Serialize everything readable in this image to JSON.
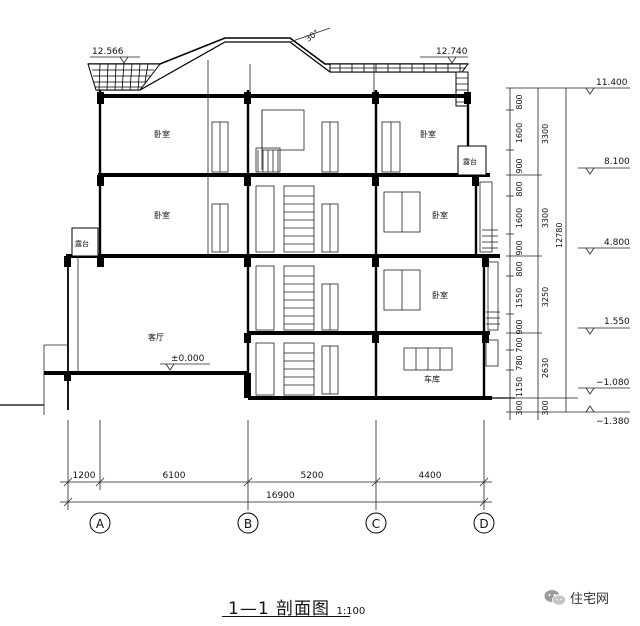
{
  "title": {
    "main": "1—1 剖面图",
    "scale": "1:100"
  },
  "watermark": {
    "text": "住宅网",
    "icon": "wechat-icon"
  },
  "levels": {
    "roof_left": "12.566",
    "roof_right": "12.740",
    "l4": "11.400",
    "l3": "8.100",
    "l2": "4.800",
    "l1": "1.550",
    "b1": "−1.080",
    "b2": "−1.380",
    "ground": "±0.000"
  },
  "vertical_dims": [
    "800",
    "1600",
    "900",
    "800",
    "1600",
    "900",
    "800",
    "1550",
    "900",
    "700",
    "780",
    "1150",
    "300"
  ],
  "vertical_subtotals": [
    "3300",
    "3300",
    "3250",
    "2630",
    "300"
  ],
  "vertical_total": "12780",
  "horizontal_dims": [
    "1200",
    "6100",
    "5200",
    "4400"
  ],
  "horizontal_total": "16900",
  "axes": [
    "A",
    "B",
    "C",
    "D"
  ],
  "rooms": {
    "bedroom": "卧室",
    "terrace": "露台",
    "living": "客厅",
    "garage": "车库"
  },
  "roof_slope": "30°"
}
